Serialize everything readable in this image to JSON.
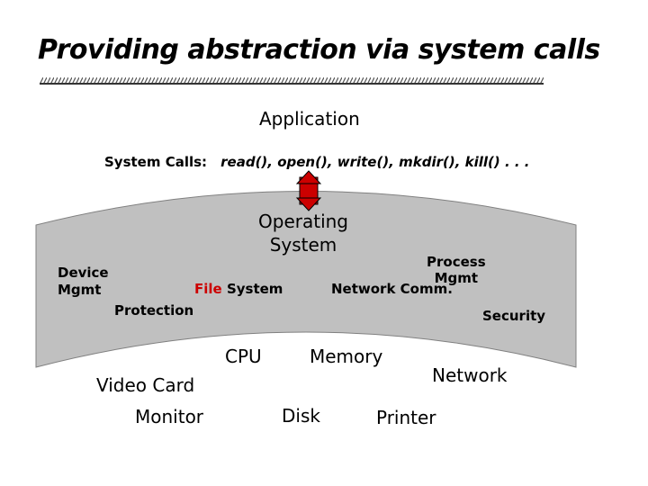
{
  "title": "Providing abstraction via system calls",
  "application": "Application",
  "system_calls": {
    "label": "System Calls:",
    "calls": "read(), open(), write(), mkdir(), kill() . . ."
  },
  "os": {
    "name_line1": "Operating",
    "name_line2": "System",
    "components": {
      "device_mgmt_line1": "Device",
      "device_mgmt_line2": "Mgmt",
      "file_system_prefix": "File",
      "file_system_suffix": "System",
      "network_comm": "Network Comm.",
      "process_mgmt_line1": "Process",
      "process_mgmt_line2": "Mgmt",
      "protection": "Protection",
      "security": "Security"
    }
  },
  "hardware": {
    "cpu": "CPU",
    "memory": "Memory",
    "network": "Network",
    "video_card": "Video Card",
    "monitor": "Monitor",
    "disk": "Disk",
    "printer": "Printer"
  },
  "colors": {
    "os_band_fill": "#c0c0c0",
    "arrow_fill": "#cc0000",
    "accent_text": "#cc0000",
    "underline": "#555555"
  }
}
